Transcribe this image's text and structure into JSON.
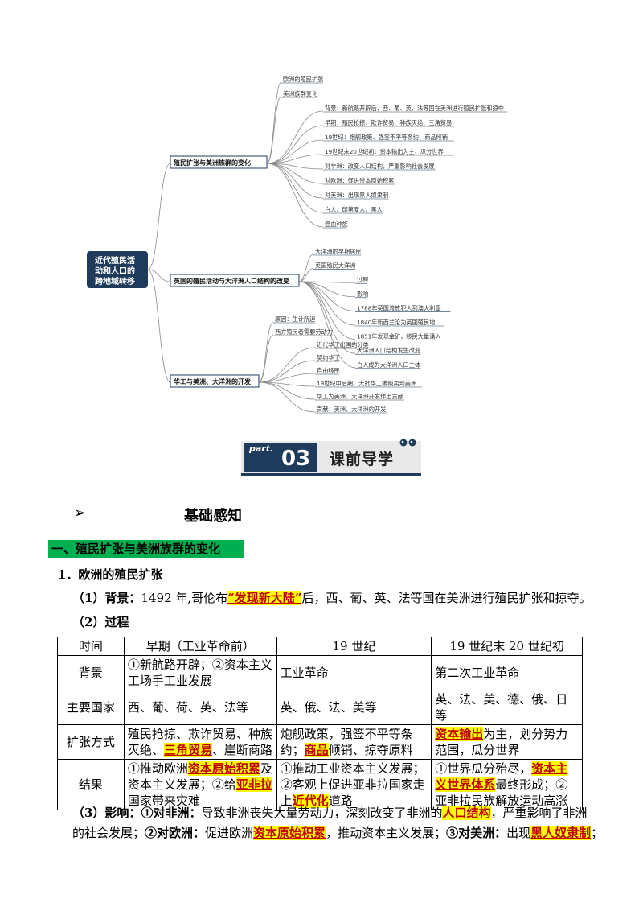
{
  "mindmap": {
    "root": "近代殖民活动和人口的跨地域转移",
    "branches": [
      {
        "label": "殖民扩张与美洲族群的变化",
        "leaves": [
          "欧洲的殖民扩张",
          "美洲族群变化",
          "背景：新航路开辟后，西、葡、英、法等国在美洲进行殖民扩张和掠夺",
          "早期：殖民抢掠、欺诈贸易、种族灭绝、三角贸易",
          "19世纪：炮舰政策、强签不平等条约、商品倾销",
          "19世纪末20世纪初：资本输出为主、瓜分世界",
          "对非洲：改变人口结构，严重影响社会发展",
          "对欧洲：促进资本原始积累",
          "对美洲：出现黑人奴隶制",
          "白人、印第安人、黑人",
          "混血种族"
        ]
      },
      {
        "label": "英国的殖民活动与大洋洲人口结构的改变",
        "leaves": [
          "大洋洲的早期居民",
          "英国殖民大洋洲",
          "过程",
          "影响",
          "1788年英国流放犯人到澳大利亚",
          "1840年新西兰沦为英国殖民地",
          "1851年发现金矿，移民大量涌入",
          "大洋洲人口结构发生改变",
          "白人成为大洋洲人口主体"
        ]
      },
      {
        "label": "华工与美洲、大洋洲的开发",
        "leaves": [
          "原因：生计所迫",
          "西方殖民者需要劳动力",
          "近代华工出国的分类",
          "契约华工",
          "自由移民",
          "19世纪中后期，大批华工被贩卖到美洲",
          "华工为美洲、大洋洲开发作出贡献",
          "贡献：美洲、大洋洲的开发"
        ]
      }
    ]
  },
  "banner": {
    "part_label": "part.",
    "part_num": "03",
    "title": "课前导学"
  },
  "basic": {
    "arrow": "➢",
    "title": "基础感知"
  },
  "section1": {
    "title": "一、殖民扩张与美洲族群的变化",
    "sub1": "1．欧洲的殖民扩张"
  },
  "background": {
    "label": "（1）背景：",
    "pre": "1492 年,哥伦布",
    "hl": "“发现新大陆”",
    "post": "后，西、葡、英、法等国在美洲进行殖民扩张和掠夺。"
  },
  "process_label": "（2）过程",
  "table": {
    "headers": [
      "时间",
      "早期（工业革命前）",
      "19 世纪",
      "19 世纪末 20 世纪初"
    ],
    "row_bg": {
      "label": "背景",
      "c1": "①新航路开辟；②资本主义工场手工业发展",
      "c2": "工业革命",
      "c3": "第二次工业革命"
    },
    "row_country": {
      "label": "主要国家",
      "c1": "西、葡、荷、英、法等",
      "c2": "英、俄、法、美等",
      "c3": "英、法、美、德、俄、日等"
    },
    "row_method": {
      "label": "扩张方式",
      "c1a": "殖民抢掠、欺诈贸易、种族灭绝、",
      "c1hl": "三角贸易",
      "c1b": "、崖断商路",
      "c2a": "炮舰政策，强签不平等条约；",
      "c2hl": "商品",
      "c2b": "倾销、掠夺原料",
      "c3hl": "资本输出",
      "c3b": "为主，划分势力范围，瓜分世界"
    },
    "row_result": {
      "label": "结果",
      "c1a": "①推动欧洲",
      "c1hl1": "资本原始积累",
      "c1b": "及资本主义发展；②给",
      "c1hl2": "亚非拉",
      "c1c": "国家带来灾难",
      "c2a": "①推动工业资本主义发展；②客观上促进亚非拉国家走上",
      "c2hl": "近代化",
      "c2b": "道路",
      "c3a": "①世界瓜分殆尽，",
      "c3hl1": "资本主义世界体系",
      "c3b": "最终形成；②亚非拉民族解放运动高涨"
    }
  },
  "impact": {
    "label": "（3）影响：",
    "africa_k": "①对非洲：",
    "africa_a": "导致非洲丧失大量劳动力，深刻改变了非洲的",
    "africa_hl": "人口结构",
    "africa_b": "，严重影响了非洲",
    "line2_a": "的社会发展；",
    "europe_k": "②对欧洲：",
    "europe_a": "促进欧洲",
    "europe_hl": "资本原始积累",
    "europe_b": "，推动资本主义发展；",
    "america_k": "③对美洲：",
    "america_a": "出现",
    "america_hl": "黑人奴隶制",
    "america_b": "；"
  }
}
